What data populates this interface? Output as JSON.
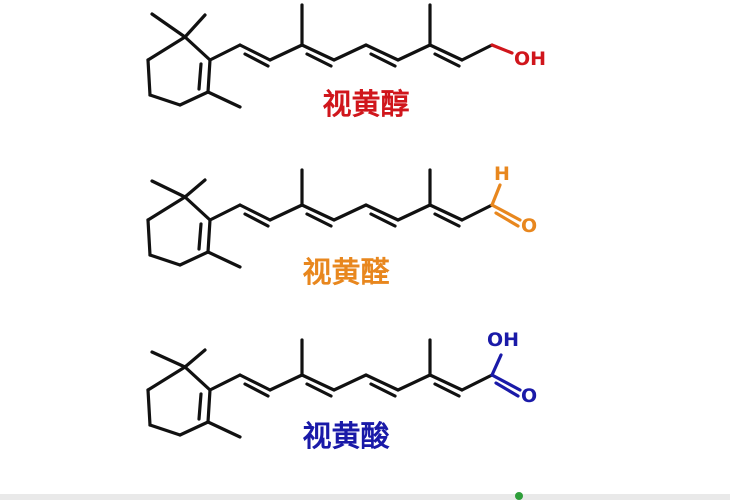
{
  "molecules": [
    {
      "name_label": "视黄醇",
      "color": "#d0161c",
      "group": "alcohol",
      "atom_labels": [
        "OH"
      ]
    },
    {
      "name_label": "视黄醛",
      "color": "#e8871e",
      "group": "aldehyde",
      "atom_labels": [
        "H",
        "O"
      ]
    },
    {
      "name_label": "视黄酸",
      "color": "#1a1aa8",
      "group": "acid",
      "atom_labels": [
        "OH",
        "O"
      ]
    }
  ],
  "colors": {
    "bond": "#111111",
    "background": "#ffffff",
    "accent_dot": "#2e9e3a"
  }
}
